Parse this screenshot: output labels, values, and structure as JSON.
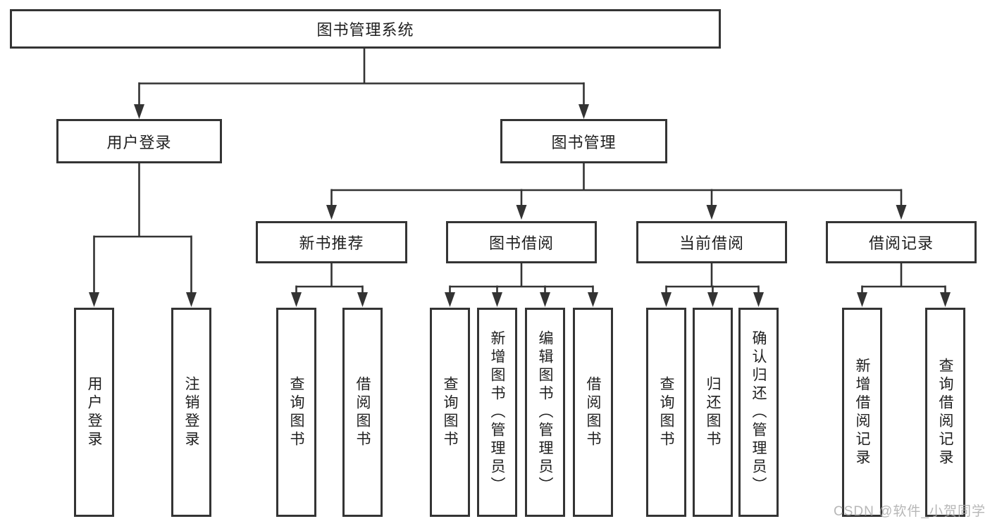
{
  "page": {
    "background": "#ffffff"
  },
  "colors": {
    "line": "#333333",
    "box_border": "#343434",
    "text": "#1f1f1f",
    "watermark": "#aaaaaa"
  },
  "watermark": {
    "text": "CSDN @软件_小贺同学"
  },
  "diagram": {
    "root": {
      "label": "图书管理系统"
    },
    "branches": [
      {
        "label": "用户登录",
        "children": [
          {
            "label": "用户登录"
          },
          {
            "label": "注销登录"
          }
        ]
      },
      {
        "label": "图书管理",
        "children": [
          {
            "label": "新书推荐",
            "children": [
              {
                "label": "查询图书"
              },
              {
                "label": "借阅图书"
              }
            ]
          },
          {
            "label": "图书借阅",
            "children": [
              {
                "label": "查询图书"
              },
              {
                "label": "新增图书（管理员）"
              },
              {
                "label": "编辑图书（管理员）"
              },
              {
                "label": "借阅图书"
              }
            ]
          },
          {
            "label": "当前借阅",
            "children": [
              {
                "label": "查询图书"
              },
              {
                "label": "归还图书"
              },
              {
                "label": "确认归还（管理员）"
              }
            ]
          },
          {
            "label": "借阅记录",
            "children": [
              {
                "label": "新增借阅记录"
              },
              {
                "label": "查询借阅记录"
              }
            ]
          }
        ]
      }
    ]
  }
}
